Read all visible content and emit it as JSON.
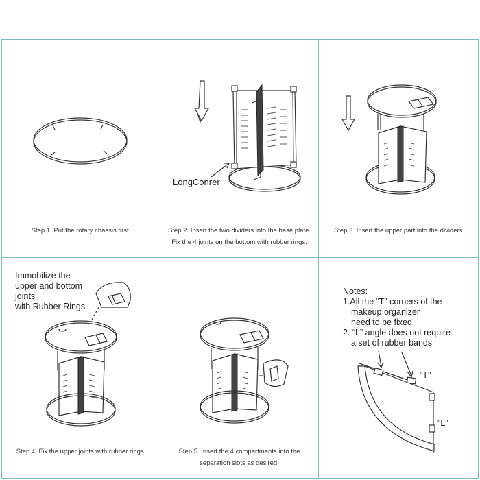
{
  "steps": [
    {
      "caption": "Step 1. Put the rotary chassis first."
    },
    {
      "caption_line1": "Step 2. Insert the two dividers into the base plate.",
      "caption_line2": "Fix the 4 joints on the bottom with rubber rings.",
      "label": "LongConrer"
    },
    {
      "caption": "Step 3. Insert the upper part into the dividers."
    },
    {
      "caption": "Step 4. Fix the upper joints with rubber rings.",
      "callout_line1": "Immobilize the",
      "callout_line2": "upper and bottom",
      "callout_line3": "joints",
      "callout_line4": "with Rubber Rings"
    },
    {
      "caption_line1": "Step 5. Insert the 4 compartments into the",
      "caption_line2": "separation slots as desired."
    },
    {
      "notes_title": "Notes:",
      "note1_line1": "1.All the “T” corners of the",
      "note1_line2": "makeup organizer",
      "note1_line3": "need to be fixed",
      "note2_line1": "2.  “L” angle does not require",
      "note2_line2": "a set of rubber bands",
      "label_t": "\"T\"",
      "label_l": "\"L\""
    }
  ],
  "colors": {
    "panel_border": "#7fb8bd",
    "line": "#333333"
  }
}
